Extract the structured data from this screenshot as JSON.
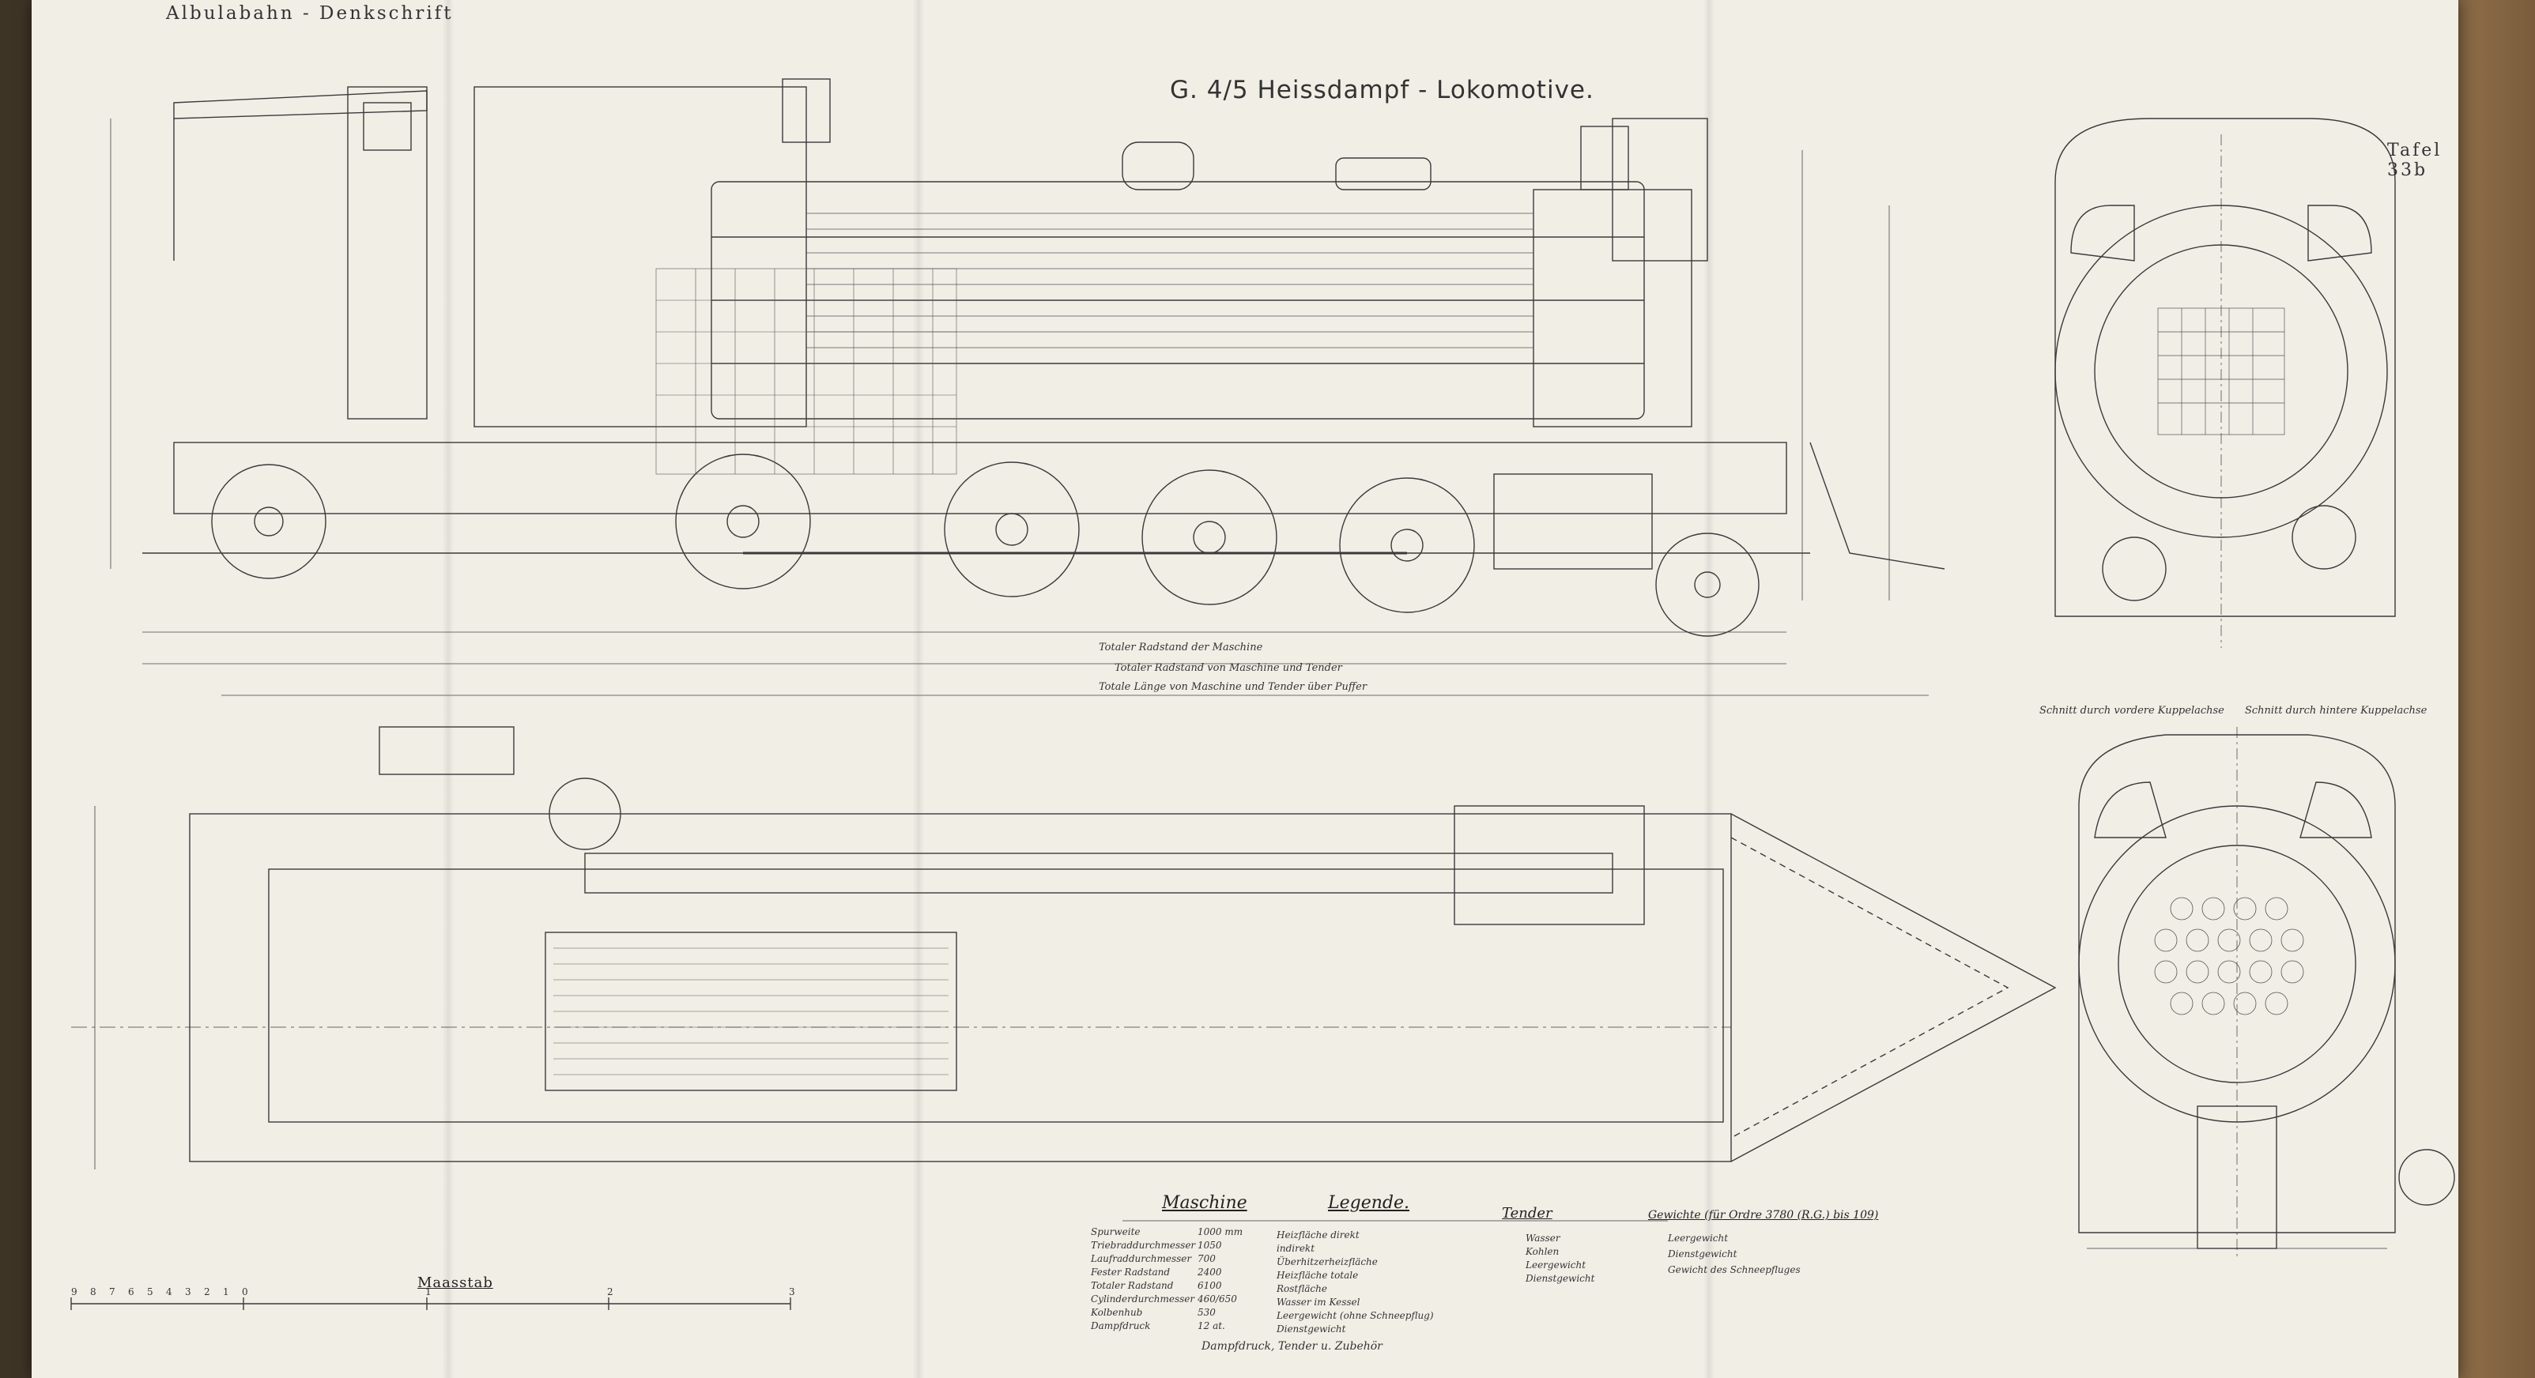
{
  "header": {
    "series": "Albulabahn - Denkschrift",
    "title": "G. 4/5 Heissdampf - Lokomotive.",
    "plate": "Tafel 33b"
  },
  "captions": {
    "section_front": "Schnitt durch vordere Kuppelachse",
    "section_rear": "Schnitt durch hintere Kuppelachse",
    "wheelbase_loco": "Totaler Radstand der Maschine",
    "wheelbase_total": "Totaler Radstand von Maschine und Tender",
    "length_total": "Totale Länge von Maschine und Tender über Puffer"
  },
  "scale": {
    "label": "Maasstab",
    "ticks": [
      "9",
      "8",
      "7",
      "6",
      "5",
      "4",
      "3",
      "2",
      "1",
      "0",
      "1",
      "2",
      "3"
    ]
  },
  "legend": {
    "heading": "Legende.",
    "maschine_heading": "Maschine",
    "tender_heading": "Tender",
    "gewichte_heading": "Gewichte (für Ordre 3780 (R.G.) bis 109)",
    "maschine_rows": [
      "Spurweite",
      "Triebraddurchmesser",
      "Laufraddurchmesser",
      "Fester Radstand",
      "Totaler Radstand",
      "Cylinderdurchmesser",
      "Kolbenhub",
      "Dampfdruck"
    ],
    "maschine_vals": [
      "1000 mm",
      "1050",
      "700",
      "2400",
      "6100",
      "460/650",
      "530",
      "12 at."
    ],
    "heizflaeche_rows": [
      "Heizfläche direkt",
      "indirekt",
      "Überhitzerheizfläche",
      "Heizfläche totale",
      "Rostfläche",
      "Wasser im Kessel",
      "Leergewicht (ohne Schneepflug)",
      "Dienstgewicht"
    ],
    "tender_rows": [
      "Wasser",
      "Kohlen",
      "Leergewicht",
      "Dienstgewicht"
    ],
    "gewichte_rows": [
      "Leergewicht",
      "Dienstgewicht",
      "Gewicht des Schneepfluges"
    ],
    "footer": "Dampfdruck, Tender u. Zubehör"
  }
}
